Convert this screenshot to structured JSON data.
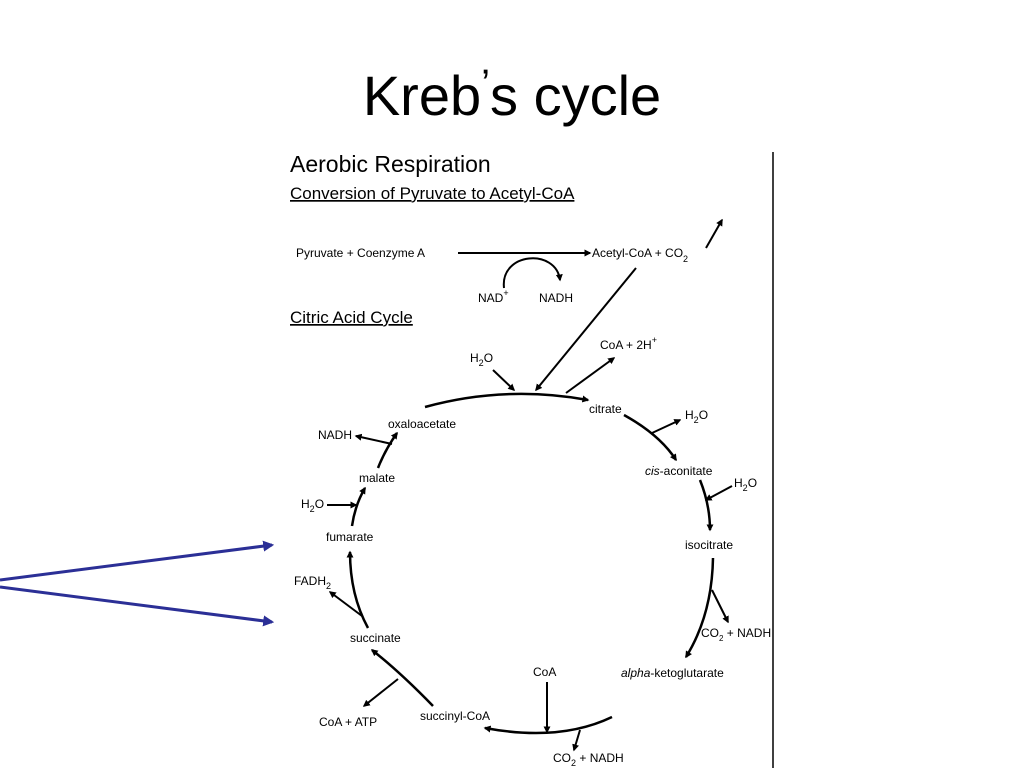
{
  "slide": {
    "title_part1": "Kreb",
    "title_apostrophe": "’",
    "title_part2": "s cycle"
  },
  "figure": {
    "heading": "Aerobic Respiration",
    "pyruvate_section_title": "Conversion of Pyruvate to Acetyl-CoA",
    "cycle_section_title": "Citric Acid Cycle",
    "pyruvate_reaction": {
      "reactants": "Pyruvate + Coenzyme A",
      "product_main": "Acetyl-CoA + CO",
      "product_sub": "2",
      "cofactor_in": "NAD",
      "cofactor_in_sup": "+",
      "cofactor_out": "NADH"
    },
    "metabolites": {
      "citrate": "citrate",
      "cis_aconitate_italic": "cis",
      "cis_aconitate_rest": "-aconitate",
      "isocitrate": "isocitrate",
      "alpha_ketoglutarate_italic": "alpha",
      "alpha_ketoglutarate_rest": "-ketoglutarate",
      "succinyl_coa": "succinyl-CoA",
      "succinate": "succinate",
      "fumarate": "fumarate",
      "malate": "malate",
      "oxaloacetate": "oxaloacetate"
    },
    "side_products": {
      "coa_2h": "CoA + 2H",
      "coa_2h_sup": "+",
      "h2o_top_a": "H",
      "h2o_top_b": "O",
      "h2o_citrate_a": "H",
      "h2o_citrate_b": "O",
      "h2o_aconitate_a": "H",
      "h2o_aconitate_b": "O",
      "co2_nadh_1_a": "CO",
      "co2_nadh_1_b": " + NADH",
      "coa_in": "CoA",
      "co2_nadh_2_a": "CO",
      "co2_nadh_2_b": " + NADH",
      "coa_atp": "CoA + ATP",
      "fadh2_a": "FADH",
      "h2o_fumarate_a": "H",
      "h2o_fumarate_b": "O",
      "nadh_malate": "NADH",
      "subscript_2": "2"
    }
  },
  "colors": {
    "pointer_arrows": "#2B2F96",
    "diagram_ink": "#000000"
  }
}
